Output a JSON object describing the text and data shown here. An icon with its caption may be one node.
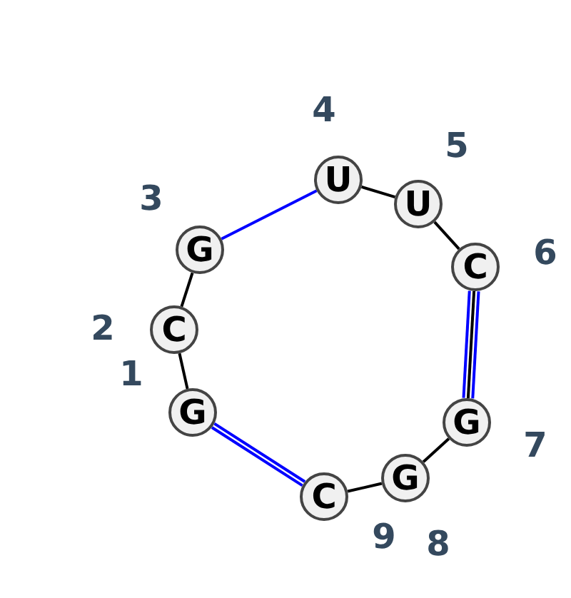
{
  "diagram": {
    "nodes": [
      {
        "text": [
          "G"
        ],
        "beside": [
          "1"
        ]
      },
      {
        "text": [
          "C"
        ],
        "beside": [
          "2"
        ]
      },
      {
        "text": [
          "G"
        ],
        "beside": [
          "3"
        ]
      },
      {
        "text": [
          "U"
        ],
        "beside": [
          "4"
        ]
      },
      {
        "text": [
          "U"
        ],
        "beside": [
          "5"
        ]
      },
      {
        "text": [
          "C"
        ],
        "beside": [
          "6"
        ]
      },
      {
        "text": [
          "G"
        ],
        "beside": [
          "7"
        ]
      },
      {
        "text": [
          "G"
        ],
        "beside": [
          "8"
        ]
      },
      {
        "text": [
          "C"
        ],
        "beside": [
          "9"
        ]
      }
    ],
    "edges": [
      {
        "from": 0,
        "to": 1,
        "arrow": "none"
      },
      {
        "from": 1,
        "to": 2,
        "arrow": "none"
      },
      {
        "from": 2,
        "to": 3,
        "arrow": "none",
        "color": "#0000ff"
      },
      {
        "from": 3,
        "to": 4,
        "arrow": "none"
      },
      {
        "from": 4,
        "to": 5,
        "arrow": "none"
      },
      {
        "from": 5,
        "to": 6,
        "arrow": "none",
        "color": "#0000ff"
      },
      {
        "from": 5,
        "to": 6,
        "arrow": "none"
      },
      {
        "from": 5,
        "to": 6,
        "arrow": "none",
        "color": "#0000ff"
      },
      {
        "from": 6,
        "to": 7,
        "arrow": "none"
      },
      {
        "from": 7,
        "to": 8,
        "arrow": "none"
      },
      {
        "from": 0,
        "to": 8,
        "arrow": "none",
        "color": "#0000ff"
      },
      {
        "from": 0,
        "to": 8,
        "arrow": "none",
        "color": "#0000ff"
      }
    ]
  }
}
